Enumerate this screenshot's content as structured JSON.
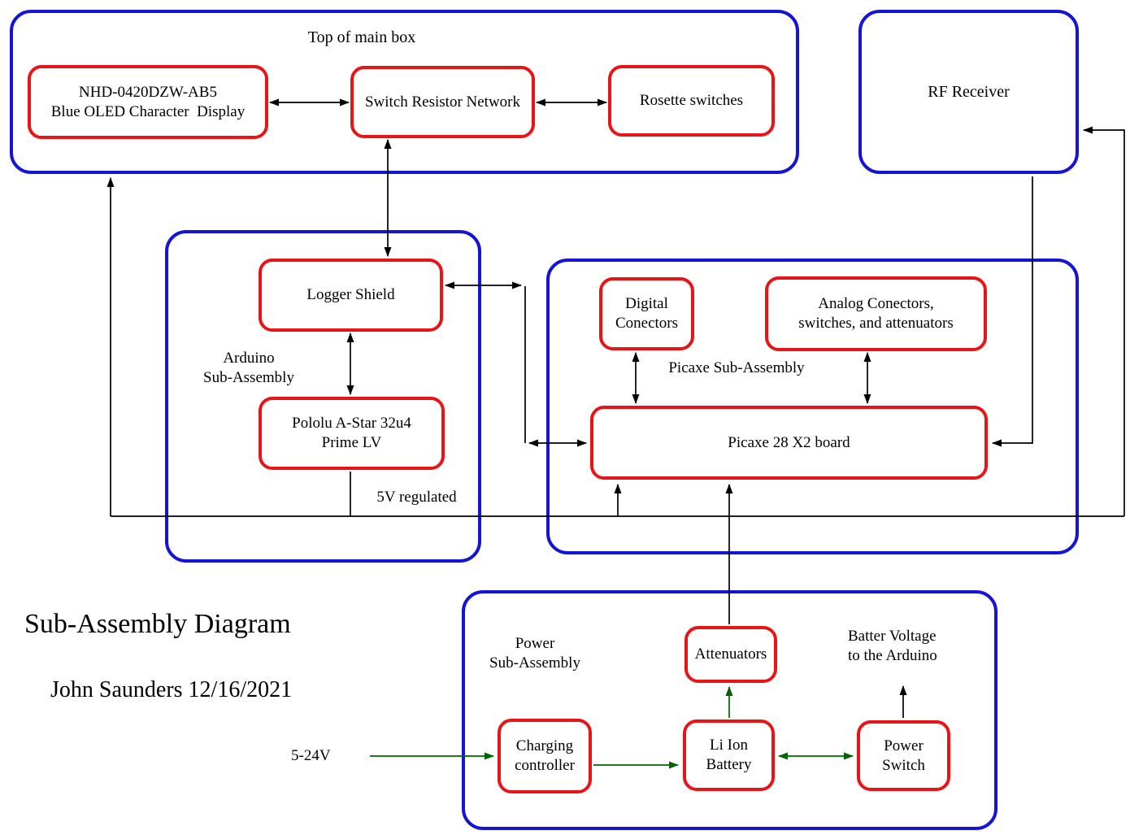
{
  "title": {
    "heading": "Sub-Assembly Diagram",
    "byline": "John Saunders 12/16/2021"
  },
  "colors": {
    "container_border": "#1414d6",
    "component_border": "#e81416",
    "wire_black": "#000000",
    "wire_green": "#006400",
    "text": "#000000"
  },
  "containers": {
    "top_main": {
      "label": "Top of main box"
    },
    "rf_receiver": {
      "label": "RF Receiver"
    },
    "arduino": {
      "label": "Arduino\nSub-Assembly"
    },
    "picaxe": {
      "label": "Picaxe Sub-Assembly"
    },
    "power": {
      "label": "Power\nSub-Assembly"
    }
  },
  "components": {
    "oled_display": {
      "label": "NHD-0420DZW-AB5\nBlue OLED Character  Display"
    },
    "switch_resistor_network": {
      "label": "Switch Resistor Network"
    },
    "rosette_switches": {
      "label": "Rosette switches"
    },
    "logger_shield": {
      "label": "Logger Shield"
    },
    "pololu_a_star": {
      "label": "Pololu A-Star 32u4\nPrime LV"
    },
    "digital_connectors": {
      "label": "Digital\nConectors"
    },
    "analog_connectors": {
      "label": "Analog Conectors,\nswitches, and attenuators"
    },
    "picaxe_board": {
      "label": "Picaxe 28 X2 board"
    },
    "attenuators": {
      "label": "Attenuators"
    },
    "charging_controller": {
      "label": "Charging\ncontroller"
    },
    "li_ion_battery": {
      "label": "Li Ion\nBattery"
    },
    "power_switch": {
      "label": "Power\nSwitch"
    }
  },
  "annotations": {
    "regulated_5v": {
      "label": "5V regulated"
    },
    "battery_voltage": {
      "label": "Batter Voltage\nto the Arduino"
    },
    "input_voltage": {
      "label": "5-24V"
    }
  }
}
